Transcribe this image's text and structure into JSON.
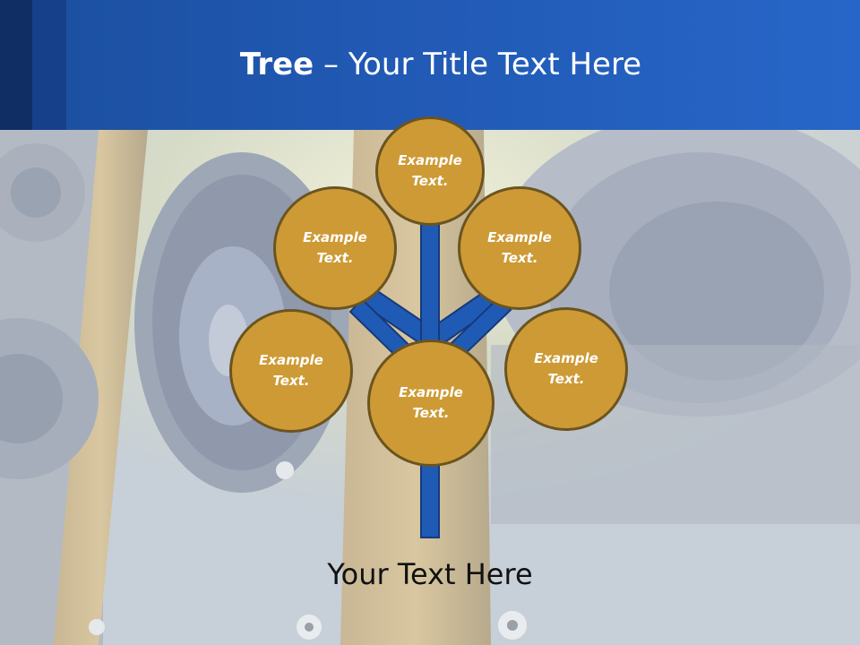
{
  "slide": {
    "title_bold": "Tree",
    "title_rest": " – Your Title Text Here",
    "footer_text": "Your Text Here"
  },
  "nodes": [
    {
      "id": "top",
      "label": "Example Text."
    },
    {
      "id": "upper-left",
      "label": "Example Text."
    },
    {
      "id": "upper-right",
      "label": "Example Text."
    },
    {
      "id": "lower-left",
      "label": "Example Text."
    },
    {
      "id": "center",
      "label": "Example Text."
    },
    {
      "id": "lower-right",
      "label": "Example Text."
    }
  ],
  "colors": {
    "header": "#2159b4",
    "node_fill": "#cd9a35",
    "node_border": "#6b5420",
    "branch_fill": "#1f5bb5",
    "branch_border": "#17397a"
  }
}
